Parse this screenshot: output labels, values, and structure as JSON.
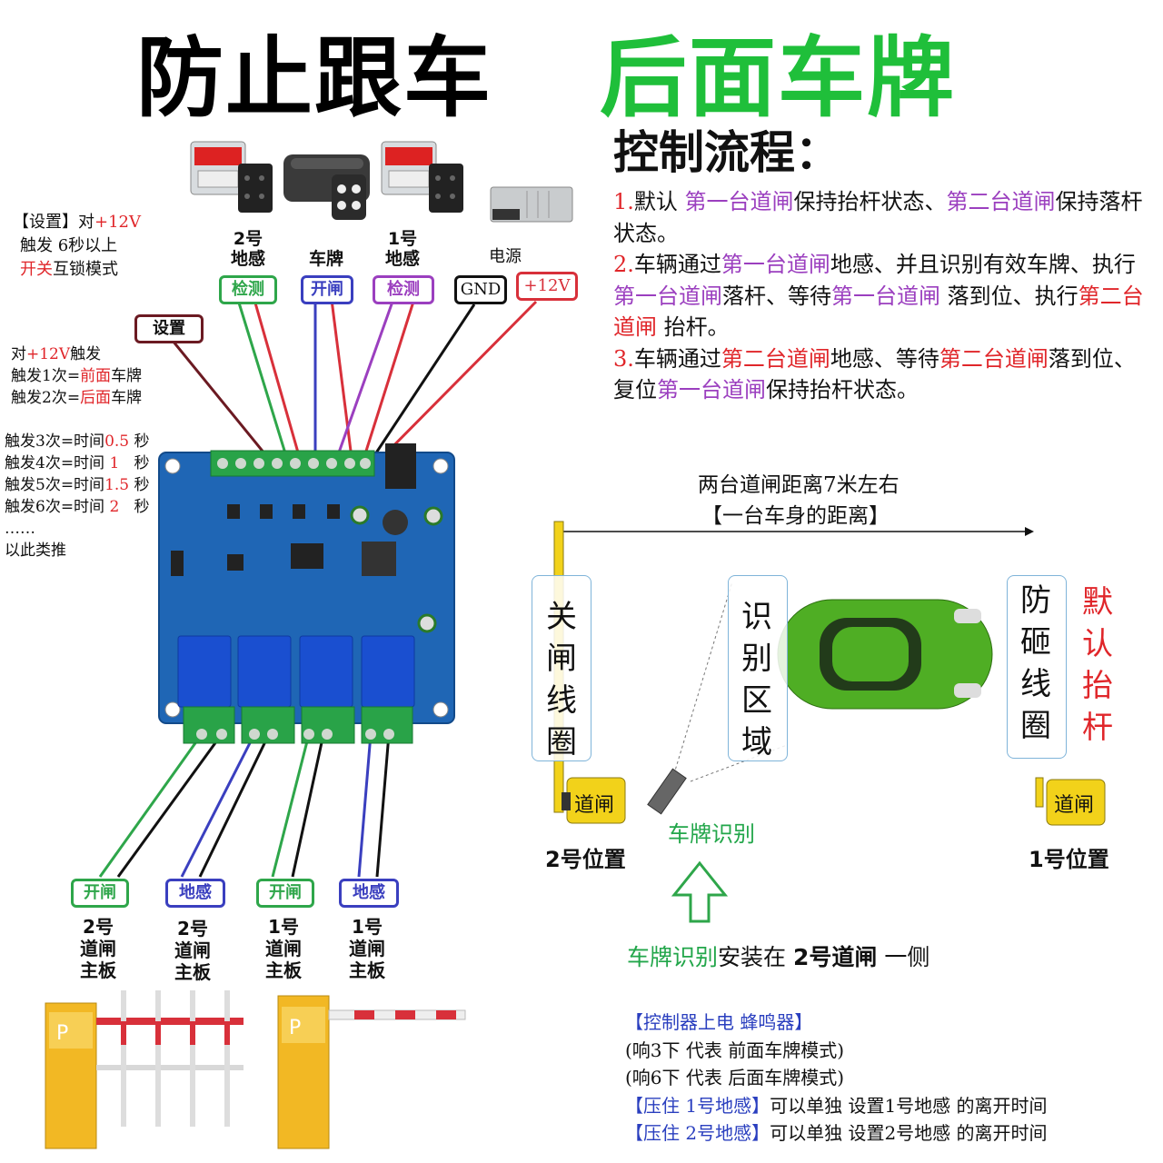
{
  "title": {
    "left": "防止跟车",
    "right": "后面车牌"
  },
  "flow": {
    "heading": "控制流程：",
    "s1_a": "1.",
    "s1_b": "默认 ",
    "s1_c": "第一台道闸",
    "s1_d": "保持抬杆状态、",
    "s1_e": "第二台道闸",
    "s1_f": "保持落杆状态。",
    "s2_a": "2.",
    "s2_b": "车辆通过",
    "s2_c": "第一台道闸",
    "s2_d": "地感、并且识别有效车牌、执行",
    "s2_e": "第一台道闸",
    "s2_f": "落杆、等待",
    "s2_g": "第一台道闸",
    "s2_h": " 落到位、执行",
    "s2_i": "第二台道闸",
    "s2_j": " 抬杆。",
    "s3_a": "3.",
    "s3_b": "车辆通过",
    "s3_c": "第二台道闸",
    "s3_d": "地感、等待",
    "s3_e": "第二台道闸",
    "s3_f": "落到位、复位",
    "s3_g": "第一台道闸",
    "s3_h": "保持抬杆状态。"
  },
  "left_notes": {
    "setting_a": "【设置】",
    "setting_b": "对",
    "setting_c": "+12V",
    "setting_line2": "触发 6秒以上",
    "setting_d": "开关",
    "setting_e": "互锁模式",
    "t_a": "对",
    "t_b": "+12V",
    "t_c": "触发",
    "t1_a": "触发1次=",
    "t1_b": "前面",
    "t1_c": "车牌",
    "t2_a": "触发2次=",
    "t2_b": "后面",
    "t2_c": "车牌",
    "t3_a": "触发3次=时间",
    "t3_b": "0.5",
    "t3_c": "秒",
    "t4_a": "触发4次=时间",
    "t4_b": "1",
    "t4_c": "秒",
    "t5_a": "触发5次=时间",
    "t5_b": "1.5",
    "t5_c": "秒",
    "t6_a": "触发6次=时间",
    "t6_b": "2",
    "t6_c": "秒",
    "dots": "……",
    "etc": "以此类推"
  },
  "devices": {
    "d2_line1": "2号",
    "d2_line2": "地感",
    "plate": "车牌",
    "d1_line1": "1号",
    "d1_line2": "地感",
    "power": "电源"
  },
  "tags": {
    "setting": "设置",
    "detect2": "检测",
    "open": "开闸",
    "detect1": "检测",
    "gnd": "GND",
    "v12": "+12V"
  },
  "bottom_tags": {
    "a": "开闸",
    "b": "地感",
    "c": "开闸",
    "d": "地感"
  },
  "bottom_labels": {
    "a": [
      "2号",
      "道闸",
      "主板"
    ],
    "b": [
      "2号",
      "道闸",
      "主板"
    ],
    "c": [
      "1号",
      "道闸",
      "主板"
    ],
    "d": [
      "1号",
      "道闸",
      "主板"
    ]
  },
  "scene": {
    "distance_line1": "两台道闸距离7米左右",
    "distance_line2": "【一台车身的距离】",
    "close_loop": [
      "关",
      "闸",
      "线",
      "圈"
    ],
    "recognition_zone": [
      "识",
      "别",
      "区",
      "域"
    ],
    "anti_smash": [
      "防",
      "砸",
      "线",
      "圈"
    ],
    "default_raise": [
      "默",
      "认",
      "抬",
      "杆"
    ],
    "gate": "道闸",
    "gate_right": "道闸",
    "camera_label": "车牌识别",
    "pos2": "2号位置",
    "pos1": "1号位置",
    "install_a": "车牌识别",
    "install_b": "安装在 ",
    "install_c": "2号道闸",
    "install_d": " 一侧"
  },
  "notes": {
    "n1": "【控制器上电 蜂鸣器】",
    "n2": "(响3下 代表 前面车牌模式)",
    "n3": "(响6下 代表 后面车牌模式)",
    "n4_a": "【压住 1号地感】",
    "n4_b": "可以单独 设置1号地感 的离开时间",
    "n5_a": "【压住 2号地感】",
    "n5_b": "可以单独 设置2号地感 的离开时间"
  },
  "colors": {
    "green": "#1fbf3a",
    "red": "#e0262a",
    "purple": "#9b3fbf",
    "blue": "#2a3fbf",
    "gate_yellow": "#f2d21a",
    "board_blue": "#1f66b5"
  }
}
